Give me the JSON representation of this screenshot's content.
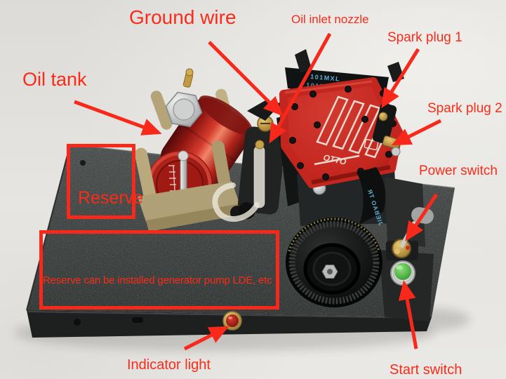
{
  "annotations": {
    "color": "#fa2b18",
    "labels": {
      "ground_wire": "Ground wire",
      "oil_inlet_nozzle": "Oil inlet nozzle",
      "spark_plug_1": "Spark plug 1",
      "spark_plug_2": "Spark plug 2",
      "oil_tank": "Oil tank",
      "power_switch": "Power switch",
      "reserve": "Reserve",
      "reserve_note": "Reserve can be installed generator pump LDE, etc",
      "indicator_light": "Indicator light",
      "start_switch": "Start switch"
    }
  },
  "machine": {
    "belt_marking_top": "101MXL",
    "belt_marking_side": "JIEBAO TR",
    "valve_cover_brand": "OTTO"
  },
  "palette": {
    "background": "#e4e3df",
    "base_plate": "#3d4140",
    "tank_red": "#c0241c",
    "cover_red": "#c3261f",
    "bracket_tan": "#b5a478",
    "brass": "#c09a45",
    "start_button_green": "#49b43c",
    "indicator_red": "#c33022"
  }
}
